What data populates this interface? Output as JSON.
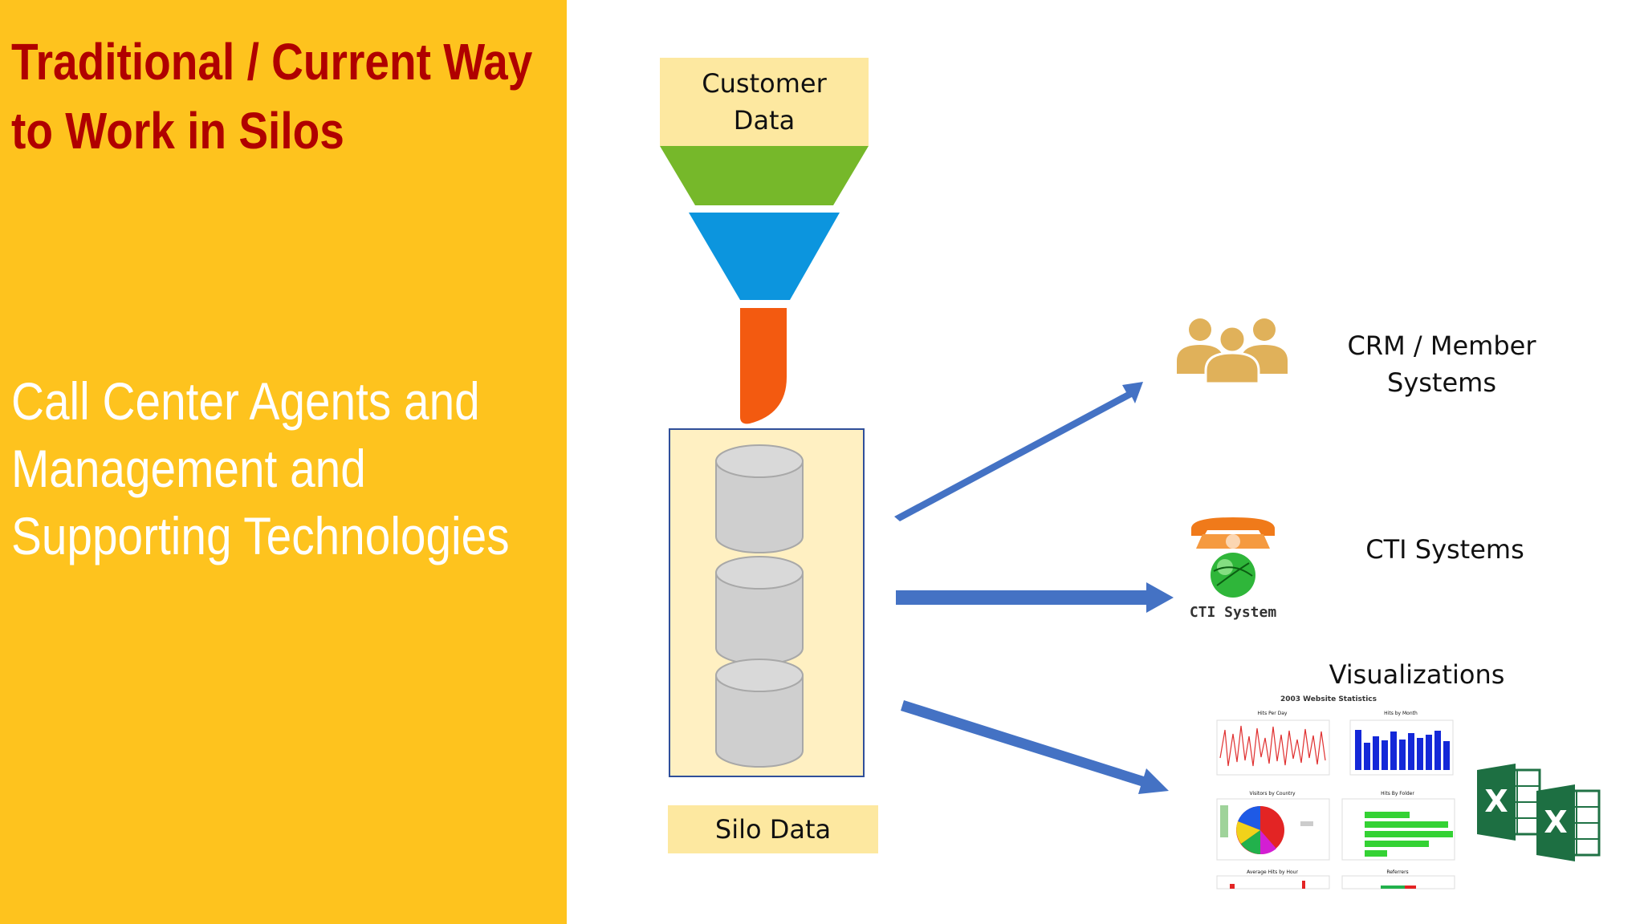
{
  "slide": {
    "title_line1": "Traditional / Current Way",
    "title_line2": "to Work in Silos",
    "subtitle_line1": "Call Center Agents and",
    "subtitle_line2": "Management and",
    "subtitle_line3": "Supporting Technologies"
  },
  "funnel": {
    "label_line1": "Customer",
    "label_line2": "Data"
  },
  "silo": {
    "label": "Silo Data",
    "cylinder_count": 3
  },
  "targets": {
    "crm": {
      "label_line1": "CRM / Member",
      "label_line2": "Systems",
      "icon": "people-group-icon"
    },
    "cti": {
      "label": "CTI Systems",
      "icon_caption": "CTI System",
      "icon": "telephone-globe-icon"
    },
    "viz": {
      "label": "Visualizations",
      "dashboard_title": "2003 Website Statistics",
      "panel_titles": [
        "Hits Per Day",
        "Hits by Month",
        "Visitors by Country",
        "Hits By Folder",
        "Average Hits by Hour",
        "Referrers"
      ],
      "icon": "excel-icon"
    }
  },
  "colors": {
    "left_panel": "#fec31e",
    "title": "#b00000",
    "funnel_top": "#76b82a",
    "funnel_mid": "#0c95de",
    "funnel_spout": "#f35a10",
    "arrow": "#4472c4",
    "silo_fill": "#fff0c2",
    "silo_border": "#2f4f9a"
  }
}
